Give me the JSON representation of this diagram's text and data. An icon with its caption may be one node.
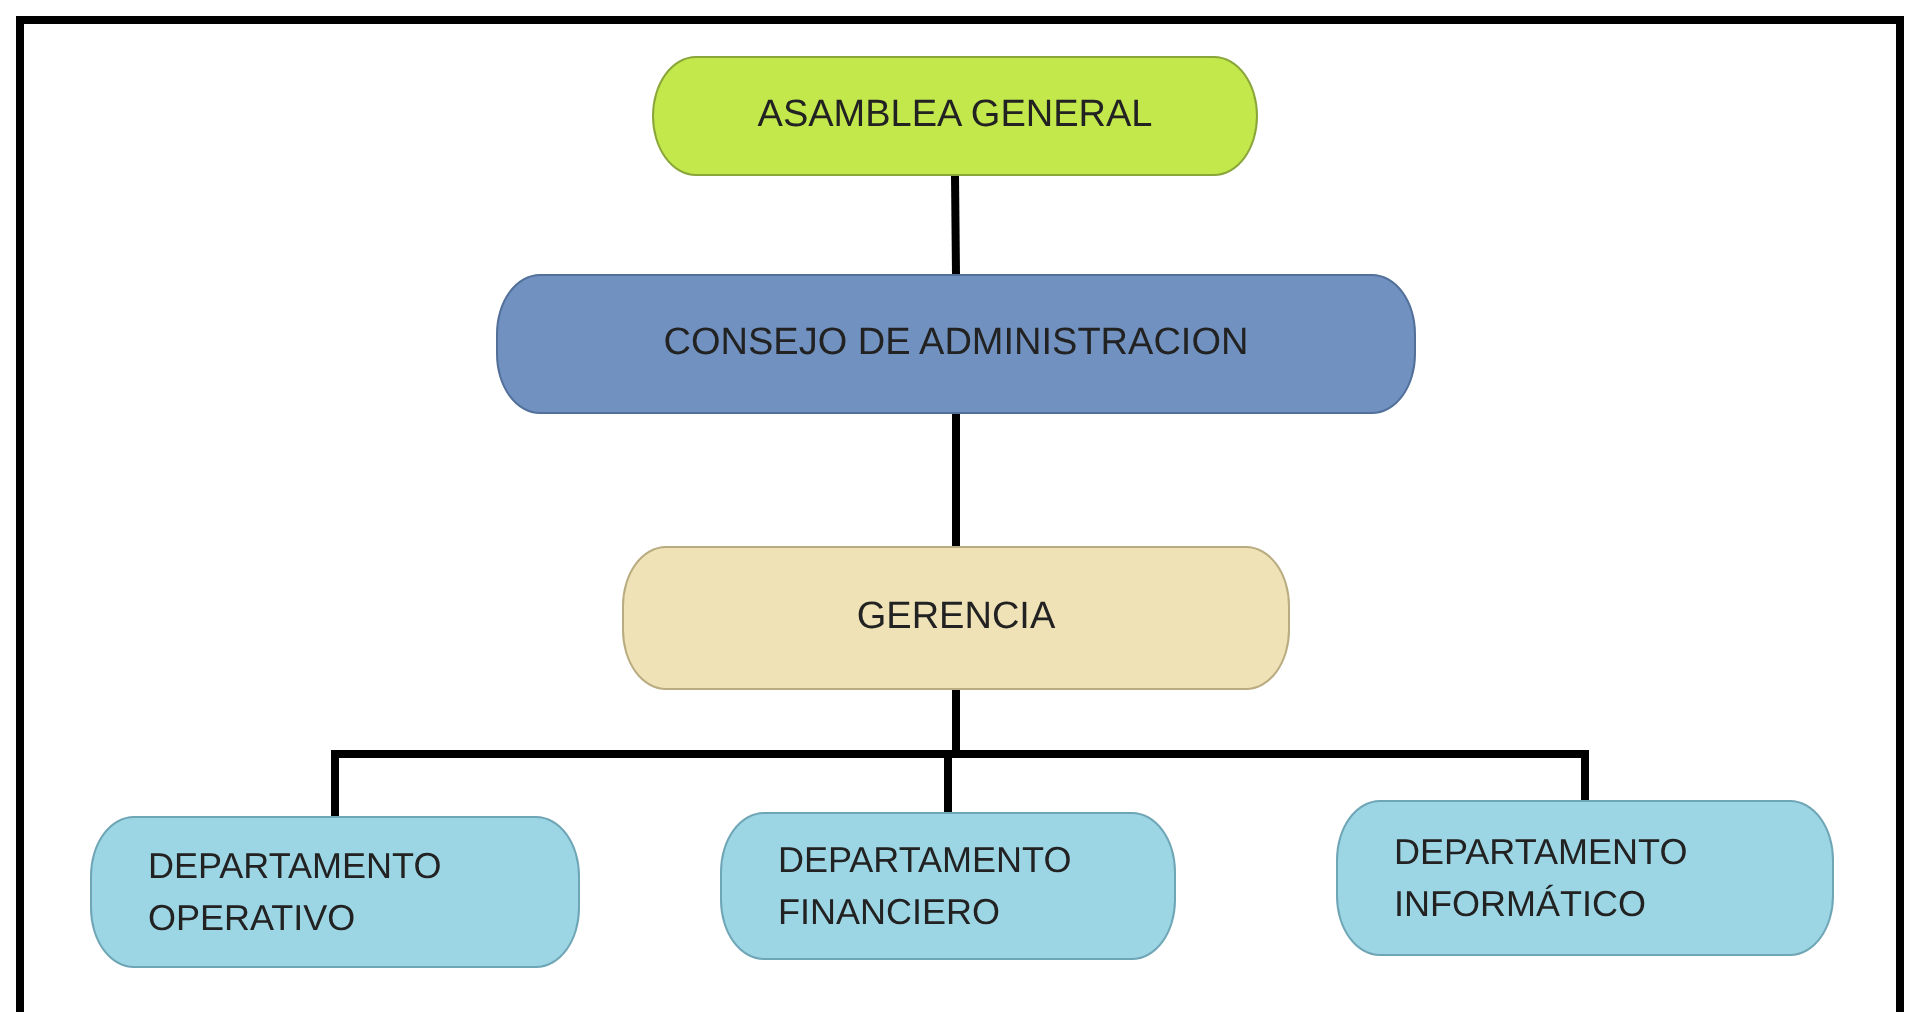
{
  "diagram": {
    "nodes": [
      {
        "text": [
          "ASAMBLEA GENERAL"
        ]
      },
      {
        "text": [
          "CONSEJO DE ADMINISTRACION"
        ]
      },
      {
        "text": [
          "GERENCIA"
        ]
      },
      {
        "text": [
          "DEPARTAMENTO OPERATIVO"
        ]
      },
      {
        "text": [
          "DEPARTAMENTO FINANCIERO"
        ]
      },
      {
        "text": [
          "DEPARTAMENTO INFORMÁTICO"
        ]
      }
    ],
    "edges": [
      {
        "from": 0,
        "to": 1,
        "arrow": "none"
      },
      {
        "from": 1,
        "to": 2,
        "arrow": "none"
      },
      {
        "from": 2,
        "to": 3,
        "arrow": "none"
      },
      {
        "from": 2,
        "to": 4,
        "arrow": "none"
      },
      {
        "from": 2,
        "to": 5,
        "arrow": "none"
      }
    ]
  }
}
